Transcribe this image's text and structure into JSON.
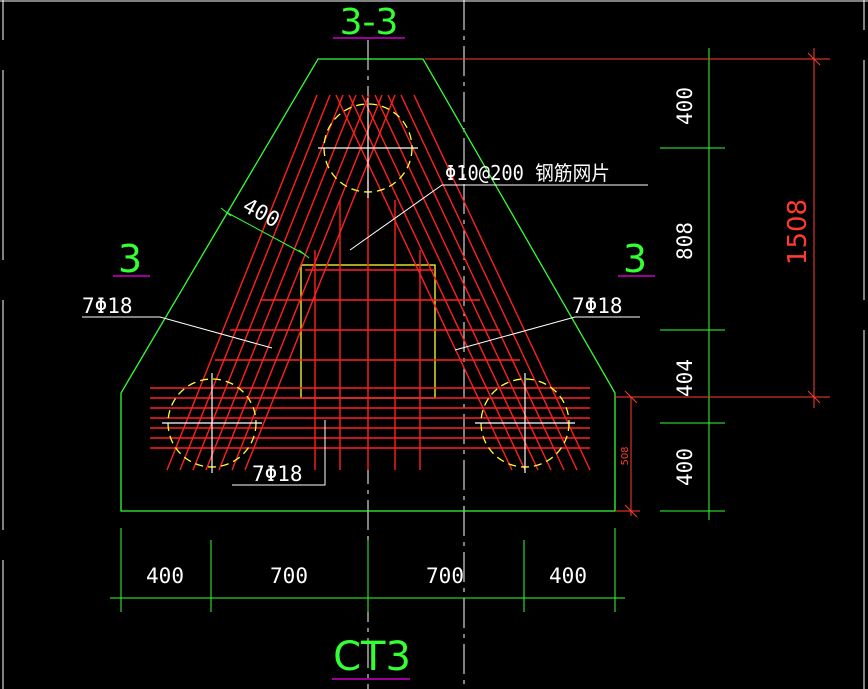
{
  "drawing": {
    "section_title": "3-3",
    "section_mark_left": "3",
    "section_mark_right": "3",
    "cap_label": "CT3",
    "mesh_note": "Φ10@200 钢筋网片",
    "bar_label_left": "7Φ18",
    "bar_label_right": "7Φ18",
    "bar_label_bottom": "7Φ18",
    "slope_dim": "400",
    "dims_bottom": [
      "400",
      "700",
      "700",
      "400"
    ],
    "dims_right": [
      "400",
      "808",
      "404",
      "400"
    ],
    "dim_overall": "1508",
    "dim_small": "508"
  },
  "colors": {
    "background": "#000000",
    "outline": "#33ff33",
    "rebar": "#ff2020",
    "column": "#ffff33",
    "text": "#ffffff",
    "red_dim": "#ff3b2f",
    "magenta": "#cc00cc"
  }
}
